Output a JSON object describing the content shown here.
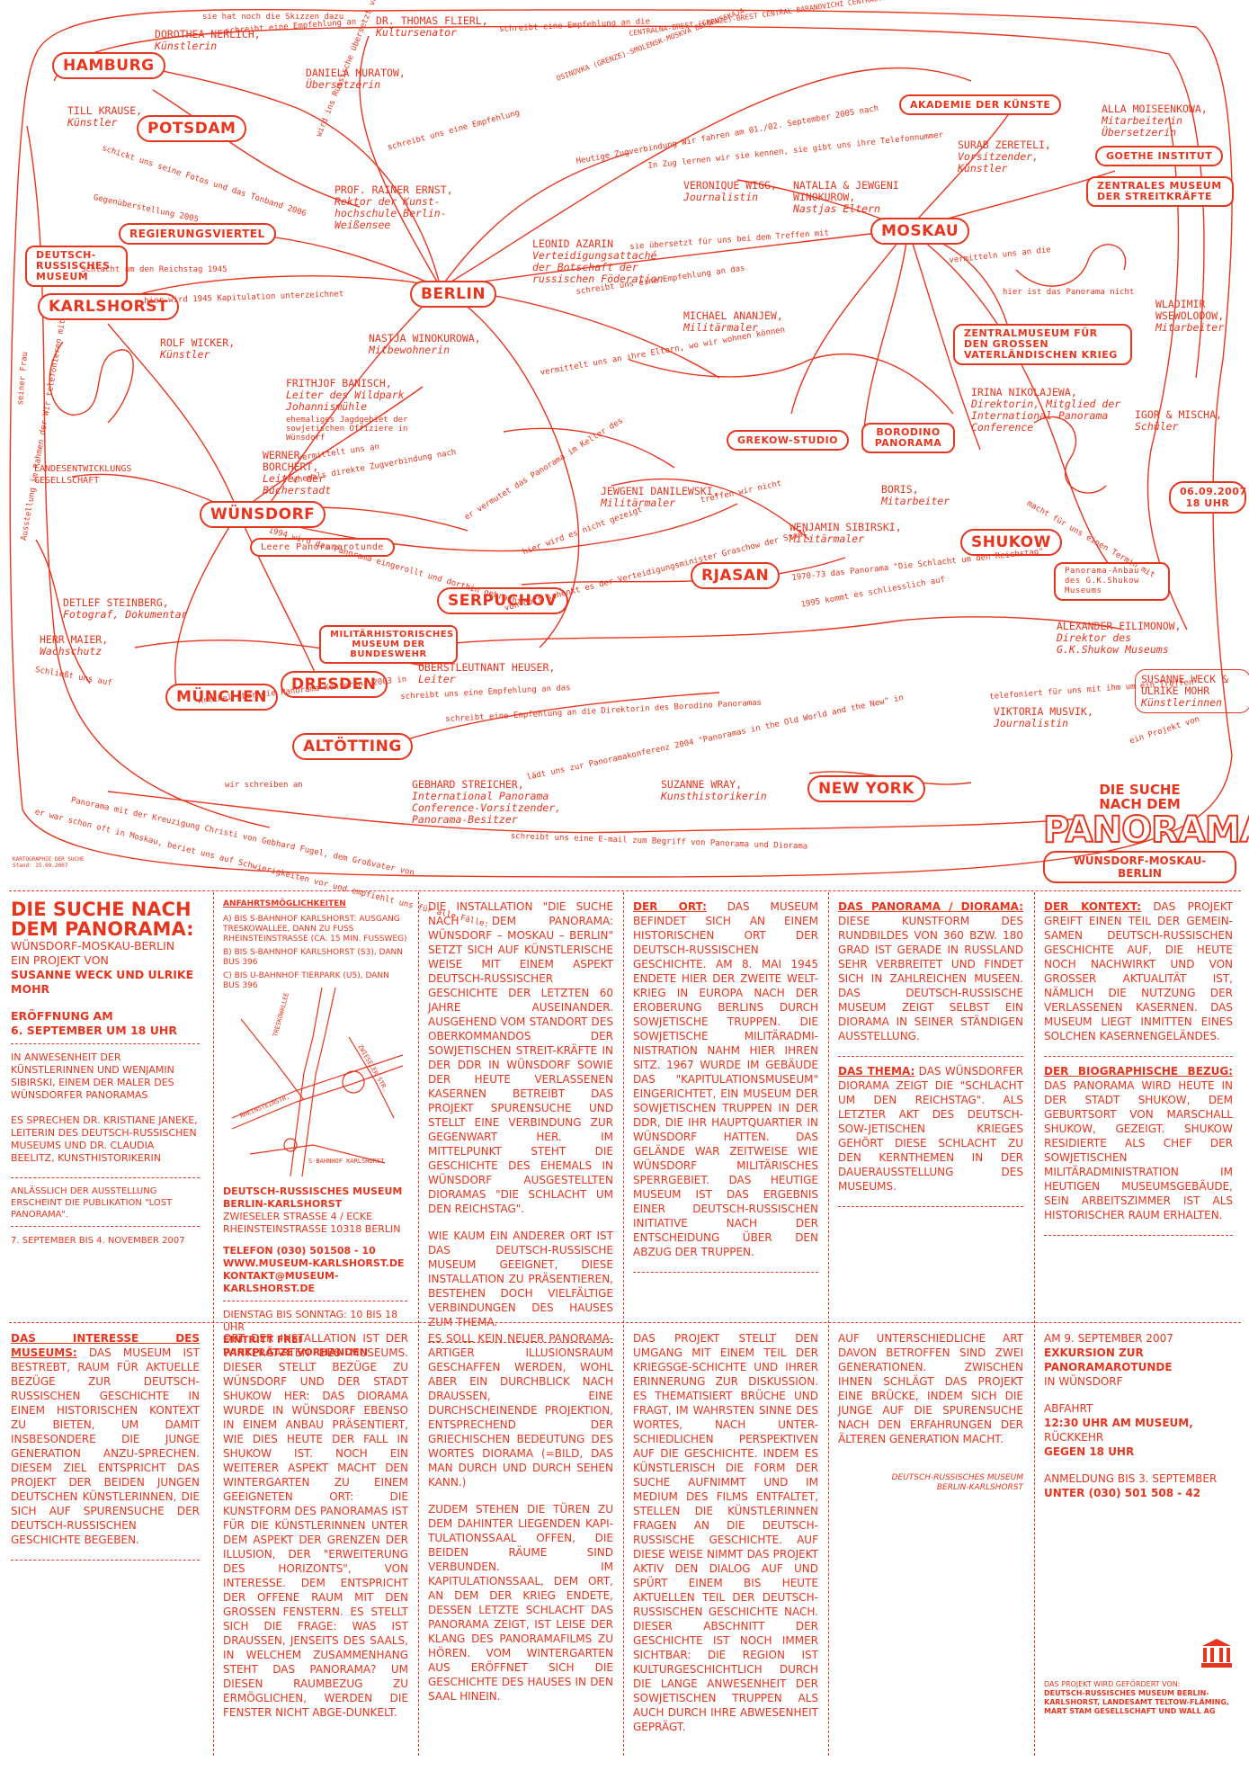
{
  "map": {
    "cities": [
      {
        "id": "hamburg",
        "label": "HAMBURG"
      },
      {
        "id": "potsdam",
        "label": "POTSDAM"
      },
      {
        "id": "regierungsviertel",
        "label": "REGIERUNGSVIERTEL"
      },
      {
        "id": "drm",
        "label": "DEUTSCH-RUSSISCHES MUSEUM"
      },
      {
        "id": "karlshorst",
        "label": "KARLSHORST"
      },
      {
        "id": "berlin",
        "label": "BERLIN"
      },
      {
        "id": "moskau",
        "label": "MOSKAU"
      },
      {
        "id": "akademie",
        "label": "AKADEMIE DER KÜNSTE"
      },
      {
        "id": "goethe",
        "label": "GOETHE INSTITUT"
      },
      {
        "id": "zms",
        "label": "ZENTRALES MUSEUM DER STREITKRÄFTE"
      },
      {
        "id": "zmgvk",
        "label": "ZENTRALMUSEUM FÜR DEN GROSSEN VATERLÄNDISCHEN KRIEG"
      },
      {
        "id": "grekow",
        "label": "GREKOW-STUDIO"
      },
      {
        "id": "borodino",
        "label": "BORODINO PANORAMA"
      },
      {
        "id": "wuensdorf",
        "label": "WÜNSDORF"
      },
      {
        "id": "leere",
        "label": "Leere Panoramarotunde"
      },
      {
        "id": "serpuchov",
        "label": "SERPUCHOV"
      },
      {
        "id": "rjasan",
        "label": "RJASAN"
      },
      {
        "id": "shukow",
        "label": "SHUKOW"
      },
      {
        "id": "anbau",
        "label": "Panorama-Anbau des G.K.Shukow Museums"
      },
      {
        "id": "date",
        "label": "06.09.2007 18 UHR"
      },
      {
        "id": "mhm",
        "label": "MILITÄRHISTORISCHES MUSEUM DER BUNDESWEHR"
      },
      {
        "id": "dresden",
        "label": "DRESDEN"
      },
      {
        "id": "muenchen",
        "label": "MÜNCHEN"
      },
      {
        "id": "altoetting",
        "label": "ALTÖTTING"
      },
      {
        "id": "newyork",
        "label": "NEW YORK"
      },
      {
        "id": "lge",
        "label": "LANDESENTWICKLUNGS GESELLSCHAFT"
      }
    ],
    "people": [
      {
        "id": "nerlich",
        "name": "DOROTHEA NERLICH,",
        "role": "Künstlerin"
      },
      {
        "id": "flierl",
        "name": "DR. THOMAS FLIERL,",
        "role": "Kultursenator"
      },
      {
        "id": "muratow",
        "name": "DANIELA MURATOW,",
        "role": "Übersetzerin"
      },
      {
        "id": "krause",
        "name": "TILL KRAUSE,",
        "role": "Künstler"
      },
      {
        "id": "ernst",
        "name": "PROF. RAINER ERNST,",
        "role": "Rektor der Kunst-hochschule Berlin-Weißensee"
      },
      {
        "id": "azarin",
        "name": "LEONID AZARIN",
        "role": "Verteidigungsattaché der Botschaft der russischen Föderation"
      },
      {
        "id": "wigg",
        "name": "VERONIQUE WIGG,",
        "role": "Journalistin"
      },
      {
        "id": "winokurow",
        "name": "NATALIA & JEWGENI WINOKUROW,",
        "role": "Nastjas Eltern"
      },
      {
        "id": "zereteli",
        "name": "SURAB ZERETELI,",
        "role": "Vorsitzender, Künstler"
      },
      {
        "id": "moiseenkowa",
        "name": "ALLA MOISEENKOWA,",
        "role": "Mitarbeiterin Übersetzerin"
      },
      {
        "id": "wsewolodow",
        "name": "WLADIMIR WSEWOLODOW,",
        "role": "Mitarbeiter"
      },
      {
        "id": "wicker",
        "name": "ROLF WICKER,",
        "role": "Künstler"
      },
      {
        "id": "nastja",
        "name": "NASTJA WINOKUROWA,",
        "role": "Mitbewohnerin"
      },
      {
        "id": "ananjew",
        "name": "MICHAEL ANANJEW,",
        "role": "Militärmaler"
      },
      {
        "id": "banisch",
        "name": "FRITHJOF BANISCH,",
        "role": "Leiter des Wildpark Johannismühle"
      },
      {
        "id": "nikolajewa",
        "name": "IRINA NIKOLAJEWA,",
        "role": "Direktorin, Mitglied der International Panorama Conference"
      },
      {
        "id": "igor",
        "name": "IGOR & MISCHA,",
        "role": "Schüler"
      },
      {
        "id": "borchert",
        "name": "WERNER BORCHERT,",
        "role": "Leiter der Bücherstadt"
      },
      {
        "id": "boris",
        "name": "BORIS,",
        "role": "Mitarbeiter"
      },
      {
        "id": "danilewski",
        "name": "JEWGENI DANILEWSKI,",
        "role": "Militärmaler"
      },
      {
        "id": "sibirski",
        "name": "WENJAMIN SIBIRSKI,",
        "role": "Militärmaler"
      },
      {
        "id": "steinberg",
        "name": "DETLEF STEINBERG,",
        "role": "Fotograf, Dokumentar"
      },
      {
        "id": "maier",
        "name": "HERR MAIER,",
        "role": "Wachschutz"
      },
      {
        "id": "heuser",
        "name": "OBERSTLEUTNANT HEUSER,",
        "role": "Leiter"
      },
      {
        "id": "filimonow",
        "name": "ALEXANDER FILIMONOW,",
        "role": "Direktor des G.K.Shukow Museums"
      },
      {
        "id": "weckmohr",
        "name": "SUSANNE WECK & ULRIKE MOHR",
        "role": "Künstlerinnen"
      },
      {
        "id": "musvik",
        "name": "VIKTORIA MUSVIK,",
        "role": "Journalistin"
      },
      {
        "id": "streicher",
        "name": "GEBHARD STREICHER,",
        "role": "International Panorama Conference-Vorsitzender, Panorama-Besitzer"
      },
      {
        "id": "wray",
        "name": "SUZANNE WRAY,",
        "role": "Kunsthistorikerin"
      }
    ],
    "labels": [
      "sie hat noch die Skizzen dazu",
      "schreibt eine Empfehlung an",
      "schreibt eine Empfehlung an die",
      "wird ins Russische übersetzt von",
      "CENTRALNA-BREST (GRENZE)-BREST CENTRAL-BARANOVICHI CENTRALYNE-MINSK (BY)-ORSCHA CENTRAL",
      "OSINOVKA (GRENZE)-SMOLENSK-MOSKVA BELORUSSKAJA",
      "Heutige Zugverbindung Wir fahren am 01./02. September 2005 nach",
      "schreibt uns eine Empfehlung",
      "schickt uns seine Fotos und das Tonband 2006",
      "Gegenüberstellung 2005",
      "Schlacht um den Reichstag 1945",
      "hier wird 1945 Kapitulation unterzeichnet",
      "schreibt uns eine Empfehlung an das",
      "vermittelt uns an ihre Eltern, wo wir wohnen können",
      "sie übersetzt für uns bei dem Treffen mit",
      "In Zug lernen wir sie kennen, sie gibt uns ihre Telefonnummer",
      "vermitteln uns an die",
      "hier ist das Panorama nicht",
      "ehemaliges Jagdgebiet der sowjetischen Offiziere in Wünsdorf",
      "vermittelt uns an",
      "ehemals direkte Zugverbindung nach",
      "1994 wird das Panorama eingerollt und dorthin gebracht",
      "er vermutet das Panorama im Keller des",
      "hier wird es nicht gezeigt",
      "treffen wir nicht",
      "1970-73 das Panorama \"Die Schlacht um den Reichstag\"",
      "1995 kommt es schliesslich auf",
      "von dort schenkt es der Verteidigungsminister Graschow der Stadt",
      "Artikel über die Panorama Konferenz 2003 in",
      "schreibt uns eine Empfehlung an das",
      "schreibt eine Empfehlung an die Direktorin des Borodino Panoramas",
      "lädt uns zur Panoramakonferenz 2004 \"Panoramas in the Old World and the New\" in",
      "wir schreiben an",
      "Panorama mit der Kreuzigung Christi von Gebhard Fugel, dem Großvater von",
      "er war schon oft in Moskau, beriet uns auf Schwierigkeiten vor und empfiehlt uns für alle Fälle:",
      "schreibt uns eine E-mail zum Begriff von Panorama und Diorama",
      "telefoniert für uns mit ihm um ein Treffen",
      "ein Projekt von",
      "Ausstellung im Rahmen der Wir telefonieren mit",
      "seiner Frau",
      "Schließt uns auf",
      "macht für uns einen Termin mit"
    ],
    "logo": {
      "line1": "DIE SUCHE",
      "line2": "NACH DEM",
      "big": "PANORAMA",
      "sub": "WÜNSDORF-MOSKAU-BERLIN"
    },
    "kartographie": [
      "KARTOGRAPHIE DER SUCHE",
      "Stand: 25.09.2007"
    ]
  },
  "col1": {
    "title": "DIE SUCHE NACH DEM PANORAMA:",
    "subtitle": "WÜNSDORF-MOSKAU-BERLIN",
    "project": "EIN PROJEKT VON",
    "artists": "SUSANNE WECK UND ULRIKE MOHR",
    "opening_line1": "ERÖFFNUNG AM",
    "opening_line2": "6. SEPTEMBER UM 18 UHR",
    "presence": "IN ANWESENHEIT DER KÜNSTLERINNEN UND WENJAMIN SIBIRSKI, EINEM DER MALER DES WÜNSDORFER PANORAMAS",
    "speakers": "ES SPRECHEN DR. KRISTIANE JANEKE, LEITERIN DES DEUTSCH-RUSSISCHEN MUSEUMS UND DR. CLAUDIA BEELITZ, KUNSTHISTORIKERIN",
    "publication": "ANLÄSSLICH DER AUSSTELLUNG ERSCHEINT DIE PUBLIKATION \"LOST PANORAMA\".",
    "dates": "7. SEPTEMBER BIS 4. NOVEMBER 2007"
  },
  "col2": {
    "directions_title": "ANFAHRTSMÖGLICHKEITEN",
    "directions": [
      "A) BIS S-BAHNHOF KARLSHORST: AUSGANG TRESKOWALLEE, DANN ZU FUSS RHEINSTEINSTRASSE (CA. 15 MIN. FUSSWEG)",
      "B) BIS S-BAHNHOF KARLSHORST (S3), DANN BUS 396",
      "C) BIS U-BAHNHOF TIERPARK (U5), DANN BUS 396"
    ],
    "street_labels": [
      "TRESKOWALLEE",
      "RHEINSTEINSTR.",
      "ZWIESELER STR.",
      "S-BAHNHOF KARLSHORST"
    ],
    "museum_name": "DEUTSCH-RUSSISCHES MUSEUM",
    "museum_place": "BERLIN-KARLSHORST",
    "address": "ZWIESELER STRASSE 4 / ECKE RHEINSTEINSTRASSE 10318 BERLIN",
    "phone": "TELEFON (030) 501508 - 10",
    "web": "WWW.MUSEUM-KARLSHORST.DE",
    "mail": "KONTAKT@MUSEUM-KARLSHORST.DE",
    "hours": "DIENSTAG BIS SONNTAG: 10 BIS 18 UHR",
    "entry": "EINTRITT FREI",
    "parking": "PARKPLÄTZE VORHANDEN"
  },
  "col3": {
    "p1": "DIE INSTALLATION \"DIE SUCHE NACH DEM PANORAMA: WÜNSDORF – MOSKAU – BERLIN\" SETZT SICH AUF KÜNSTLERISCHE WEISE MIT EINEM ASPEKT DEUTSCH-RUSSISCHER GESCHICHTE DER LETZTEN 60 JAHRE AUSEINANDER. AUSGEHEND VOM STANDORT DES OBERKOMMANDOS DER SOWJETISCHEN STREIT-KRÄFTE IN DER DDR IN WÜNSDORF SOWIE DER HEUTE VERLASSENEN KASERNEN BETREIBT DAS PROJEKT SPURENSUCHE UND STELLT EINE VERBINDUNG ZUR GEGENWART HER. IM MITTELPUNKT STEHT DIE GESCHICHTE DES EHEMALS IN WÜNSDORF AUSGESTELLTEN DIORAMAS \"DIE SCHLACHT UM DEN REICHSTAG\".",
    "p2": "WIE KAUM EIN ANDERER ORT IST DAS DEUTSCH-RUSSISCHE MUSEUM GEEIGNET, DIESE INSTALLATION ZU PRÄSENTIEREN, BESTEHEN DOCH VIELFÄLTIGE VERBINDUNGEN DES HAUSES ZUM THEMA."
  },
  "col4": {
    "heading": "DER ORT:",
    "text": "DAS MUSEUM BEFINDET SICH AN EINEM HISTORISCHEN ORT DER DEUTSCH-RUSSISCHEN GESCHICHTE. AM 8. MAI 1945 ENDETE HIER DER ZWEITE WELT-KRIEG IN EUROPA NACH DER EROBERUNG BERLINS DURCH SOWJETISCHE TRUPPEN. DIE SOWJETISCHE MILITÄRADMI-NISTRATION NAHM HIER IHREN SITZ. 1967 WURDE IM GEBÄUDE DAS \"KAPITULATIONSMUSEUM\" EINGERICHTET, EIN MUSEUM DER SOWJETISCHEN TRUPPEN IN DER DDR, DIE IHR HAUPTQUARTIER IN WÜNSDORF HATTEN. DAS GELÄNDE WAR ZEITWEISE WIE WÜNSDORF MILITÄRISCHES SPERRGEBIET. DAS HEUTIGE MUSEUM IST DAS ERGEBNIS EINER DEUTSCH-RUSSISCHEN INITIATIVE NACH DER ENTSCHEIDUNG ÜBER DEN ABZUG DER TRUPPEN."
  },
  "col5": {
    "heading1": "DAS PANORAMA / DIORAMA:",
    "text1": "DIESE KUNSTFORM DES RUNDBILDES VON 360 BZW. 180 GRAD IST GERADE IN RUSSLAND SEHR VERBREITET UND FINDET SICH IN ZAHLREICHEN MUSEEN. DAS DEUTSCH-RUSSISCHE MUSEUM ZEIGT SELBST EIN DIORAMA IN SEINER STÄNDIGEN AUSSTELLUNG.",
    "heading2": "DAS THEMA:",
    "text2": "DAS WÜNSDORFER DIORAMA ZEIGT DIE \"SCHLACHT UM DEN REICHSTAG\". ALS LETZTER AKT DES DEUTSCH-SOW-JETISCHEN KRIEGES GEHÖRT DIESE SCHLACHT ZU DEN KERNTHEMEN IN DER DAUERAUSSTELLUNG DES MUSEUMS."
  },
  "col6": {
    "heading1": "DER KONTEXT:",
    "text1": "DAS PROJEKT GREIFT EINEN TEIL DER GEMEIN-SAMEN DEUTSCH-RUSSISCHEN GESCHICHTE AUF, DIE HEUTE NOCH NACHWIRKT UND VON GROSSER AKTUALITÄT IST, NÄMLICH DIE NUTZUNG DER VERLASSENEN KASERNEN. DAS MUSEUM LIEGT INMITTEN EINES SOLCHEN KASERNENGELÄNDES.",
    "heading2": "DER BIOGRAPHISCHE BEZUG:",
    "text2": "DAS PANORAMA WIRD HEUTE IN DER STADT SHUKOW, DEM GEBURTSORT VON MARSCHALL SHUKOW, GEZEIGT. SHUKOW RESIDIERTE ALS CHEF DER SOWJETISCHEN MILITÄRADMINISTRATION IM HEUTIGEN MUSEUMSGEBÄUDE, SEIN ARBEITSZIMMER IST ALS HISTORISCHER RAUM ERHALTEN."
  },
  "row2": {
    "c1_heading": "DAS INTERESSE DES MUSEUMS:",
    "c1_text": "DAS MUSEUM IST BESTREBT, RAUM FÜR AKTUELLE BEZÜGE ZUR DEUTSCH-RUSSISCHEN GESCHICHTE IN EINEM HISTORISCHEN KONTEXT ZU BIETEN, UM DAMIT INSBESONDERE DIE JUNGE GENERATION ANZU-SPRECHEN. DIESEM ZIEL ENTSPRICHT DAS PROJEKT DER BEIDEN JUNGEN DEUTSCHEN KÜNSTLERINNEN, DIE SICH AUF SPURENSUCHE DER DEUTSCH-RUSSISCHEN GESCHICHTE BEGEBEN.",
    "c2_text": "ORT DER INSTALLATION IST DER WINTERGARTEN DES MUSEUMS. DIESER STELLT BEZÜGE ZU WÜNSDORF UND DER STADT SHUKOW HER: DAS DIORAMA WURDE IN WÜNSDORF EBENSO IN EINEM ANBAU PRÄSENTIERT, WIE DIES HEUTE DER FALL IN SHUKOW IST. NOCH EIN WEITERER ASPEKT MACHT DEN WINTERGARTEN ZU EINEM GEEIGNETEN ORT: DIE KUNSTFORM DES PANORAMAS IST FÜR DIE KÜNSTLERINNEN UNTER DEM ASPEKT DER GRENZEN DER ILLUSION, DER \"ERWEITERUNG DES HORIZONTS\", VON INTERESSE. DEM ENTSPRICHT DER OFFENE RAUM MIT DEN GROSSEN FENSTERN. ES STELLT SICH DIE FRAGE: WAS IST DRAUSSEN, JENSEITS DES SAALS, IN WELCHEM ZUSAMMENHANG STEHT DAS PANORAMA? UM DIESEN RAUMBEZUG ZU ERMÖGLICHEN, WERDEN DIE FENSTER NICHT ABGE-DUNKELT.",
    "c3_text1": "ES SOLL KEIN NEUER PANORAMA-ARTIGER ILLUSIONSRAUM GESCHAFFEN WERDEN, WOHL ABER EIN DURCHBLICK NACH DRAUSSEN, EINE DURCHSCHEINENDE PROJEKTION, ENTSPRECHEND DER GRIECHISCHEN BEDEUTUNG DES WORTES DIORAMA (=BILD, DAS MAN DURCH UND DURCH SEHEN KANN.)",
    "c3_text2": "ZUDEM STEHEN DIE TÜREN ZU DEM DAHINTER LIEGENDEN KAPI-TULATIONSSAAL OFFEN, DIE BEIDEN RÄUME SIND VERBUNDEN. IM KAPITULATIONSSAAL, DEM ORT, AN DEM DER KRIEG ENDETE, DESSEN LETZTE SCHLACHT DAS PANORAMA ZEIGT, IST LEISE DER KLANG DES PANORAMAFILMS ZU HÖREN. VOM WINTERGARTEN AUS ERÖFFNET SICH DIE GESCHICHTE DES HAUSES IN DEN SAAL HINEIN.",
    "c4_text": "DAS PROJEKT STELLT DEN UMGANG MIT EINEM TEIL DER KRIEGSGE-SCHICHTE UND IHRER ERINNERUNG ZUR DISKUSSION. ES THEMATISIERT BRÜCHE UND FRAGT, IM WAHRSTEN SINNE DES WORTES, NACH UNTER-SCHIEDLICHEN PERSPEKTIVEN AUF DIE GESCHICHTE. INDEM ES KÜNSTLERISCH DIE FORM DER SUCHE AUFNIMMT UND IM MEDIUM DES FILMS ENTFALTET, STELLEN DIE KÜNSTLERINNEN FRAGEN AN DIE DEUTSCH-RUSSISCHE GESCHICHTE. AUF DIESE WEISE NIMMT DAS PROJEKT AKTIV DEN DIALOG AUF UND SPÜRT EINEM BIS HEUTE AKTUELLEN TEIL DER DEUTSCH-RUSSISCHEN GESCHICHTE NACH. DIESER ABSCHNITT DER GESCHICHTE IST NOCH IMMER SICHTBAR: DIE REGION IST KULTURGESCHICHTLICH DURCH DIE LANGE ANWESENHEIT DER SOWJETISCHEN TRUPPEN ALS AUCH DURCH IHRE ABWESENHEIT GEPRÄGT.",
    "c5_text": "AUF UNTERSCHIEDLICHE ART DAVON BETROFFEN SIND ZWEI GENERATIONEN. ZWISCHEN IHNEN SCHLÄGT DAS PROJEKT EINE BRÜCKE, INDEM SICH DIE JUNGE AUF DIE SPURENSUCHE NACH DEN ERFAHRUNGEN DER ÄLTEREN GENERATION MACHT.",
    "c5_credit1": "DEUTSCH-RUSSISCHES MUSEUM",
    "c5_credit2": "BERLIN-KARLSHORST",
    "c6_date": "AM 9. SEPTEMBER 2007",
    "c6_exk1": "EXKURSION ZUR",
    "c6_exk2": "PANORAMAROTUNDE",
    "c6_place": "IN WÜNSDORF",
    "c6_dep": "ABFAHRT",
    "c6_time1": "12:30 UHR AM MUSEUM,",
    "c6_ret": "RÜCKKEHR",
    "c6_time2": "GEGEN 18 UHR",
    "c6_reg": "ANMELDUNG BIS 3. SEPTEMBER",
    "c6_phone": "UNTER (030) 501 508 - 42",
    "sponsor_intro": "DAS PROJEKT WIRD GEFÖRDERT VON:",
    "sponsors": "DEUTSCH-RUSSISCHES MUSEUM BERLIN-KARLSHORST, LANDESAMT TELTOW-FLÄMING, MART STAM GESELLSCHAFT UND WALL AG"
  },
  "colors": {
    "accent": "#e8351e",
    "background": "#ffffff"
  }
}
